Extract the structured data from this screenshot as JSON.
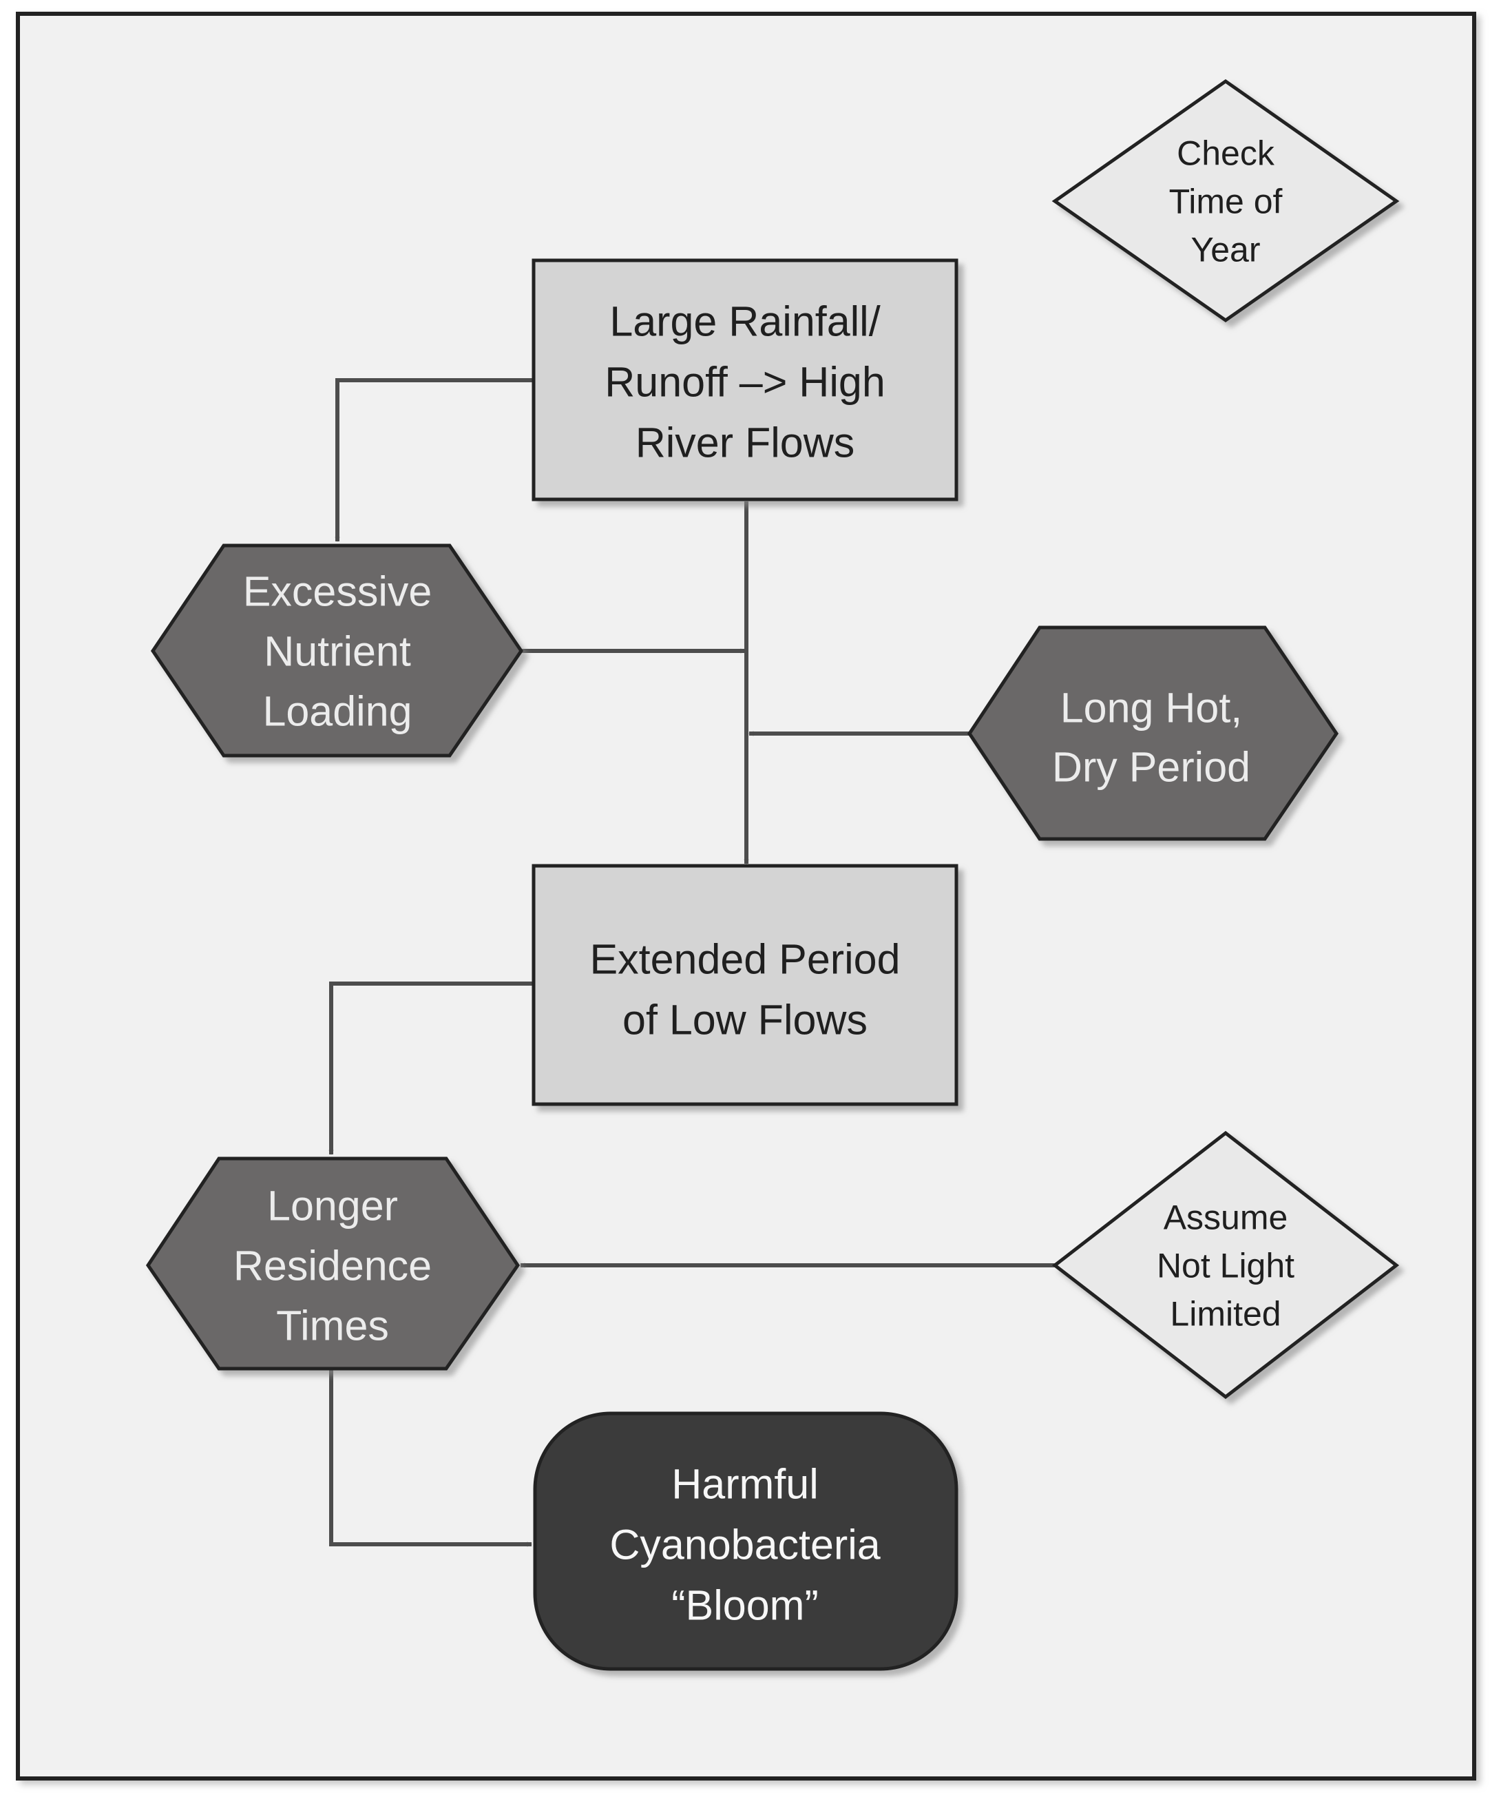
{
  "nodes": {
    "check_time_of_year": {
      "shape": "diamond",
      "lines": [
        "Check",
        "Time of",
        "Year"
      ]
    },
    "large_rainfall": {
      "shape": "rectangle",
      "lines": [
        "Large Rainfall/",
        "Runoff –> High",
        "River  Flows"
      ]
    },
    "excessive_nutrient": {
      "shape": "hexagon",
      "lines": [
        "Excessive",
        "Nutrient",
        "Loading"
      ]
    },
    "long_hot_dry": {
      "shape": "hexagon",
      "lines": [
        "Long Hot,",
        "Dry Period"
      ]
    },
    "extended_low_flows": {
      "shape": "rectangle",
      "lines": [
        "Extended  Period",
        "of Low Flows"
      ]
    },
    "longer_residence": {
      "shape": "hexagon",
      "lines": [
        "Longer",
        "Residence",
        "Times"
      ]
    },
    "assume_not_light": {
      "shape": "diamond",
      "lines": [
        "Assume",
        "Not Light",
        "Limited"
      ]
    },
    "harmful_bloom": {
      "shape": "terminal",
      "lines": [
        "Harmful",
        "Cyanobacteria",
        "“Bloom”"
      ]
    }
  },
  "edges": [
    {
      "from": "large_rainfall",
      "to": "excessive_nutrient"
    },
    {
      "from": "large_rainfall",
      "to": "extended_low_flows"
    },
    {
      "from": "excessive_nutrient",
      "to": "extended_low_flows"
    },
    {
      "from": "long_hot_dry",
      "to": "extended_low_flows"
    },
    {
      "from": "extended_low_flows",
      "to": "longer_residence"
    },
    {
      "from": "assume_not_light",
      "to": "longer_residence"
    },
    {
      "from": "longer_residence",
      "to": "harmful_bloom"
    }
  ],
  "colors": {
    "panel_fill": "#f1f1f1",
    "rectangle_fill": "#d4d4d4",
    "diamond_fill": "#e9e9e9",
    "hexagon_fill": "#6a6868",
    "terminal_fill": "#3b3b3b",
    "stroke": "#202020",
    "arrow": "#4d4d4d"
  }
}
